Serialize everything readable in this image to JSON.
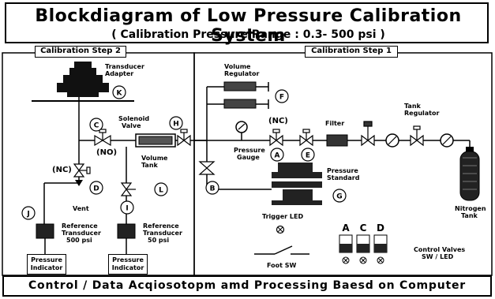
{
  "header": {
    "title": "Blockdiagram of  Low Pressure Calibration System",
    "subtitle": "( Calibration Pressure Range : 0.3- 500 psi )"
  },
  "steps": {
    "step2": "Calibration Step 2",
    "step1": "Calibration Step 1"
  },
  "labels": {
    "transducer_adapter": [
      "Transducer",
      "Adapter"
    ],
    "solenoid_valve": [
      "Solenoid",
      "Valve"
    ],
    "volume_tank": [
      "Volume",
      "Tank"
    ],
    "vent": "Vent",
    "ref_transducer_500": [
      "Reference",
      "Transducer",
      "500 psi"
    ],
    "ref_transducer_50": [
      "Reference",
      "Transducer",
      "50 psi"
    ],
    "pressure_indicator": [
      "Pressure",
      "Indicator"
    ],
    "volume_regulator": [
      "Volume",
      "Regulator"
    ],
    "pressure_gauge": [
      "Pressure",
      "Gauge"
    ],
    "filter": "Filter",
    "tank_regulator": [
      "Tank",
      "Regulator"
    ],
    "pressure_standard": [
      "Pressure",
      "Standard"
    ],
    "nitrogen_tank": [
      "Nitrogen",
      "Tank"
    ],
    "trigger_led": "Trigger LED",
    "foot_sw": "Foot SW",
    "control_valves": [
      "Control Valves",
      "SW / LED"
    ],
    "nc": "(NC)",
    "no": "(NO)"
  },
  "markers": [
    "A",
    "B",
    "C",
    "D",
    "E",
    "F",
    "G",
    "H",
    "I",
    "J",
    "K",
    "L"
  ],
  "control_valve_letters": [
    "A",
    "C",
    "D"
  ],
  "footer": "Control / Data Acqiosotopm amd Processing Baesd on Computer"
}
